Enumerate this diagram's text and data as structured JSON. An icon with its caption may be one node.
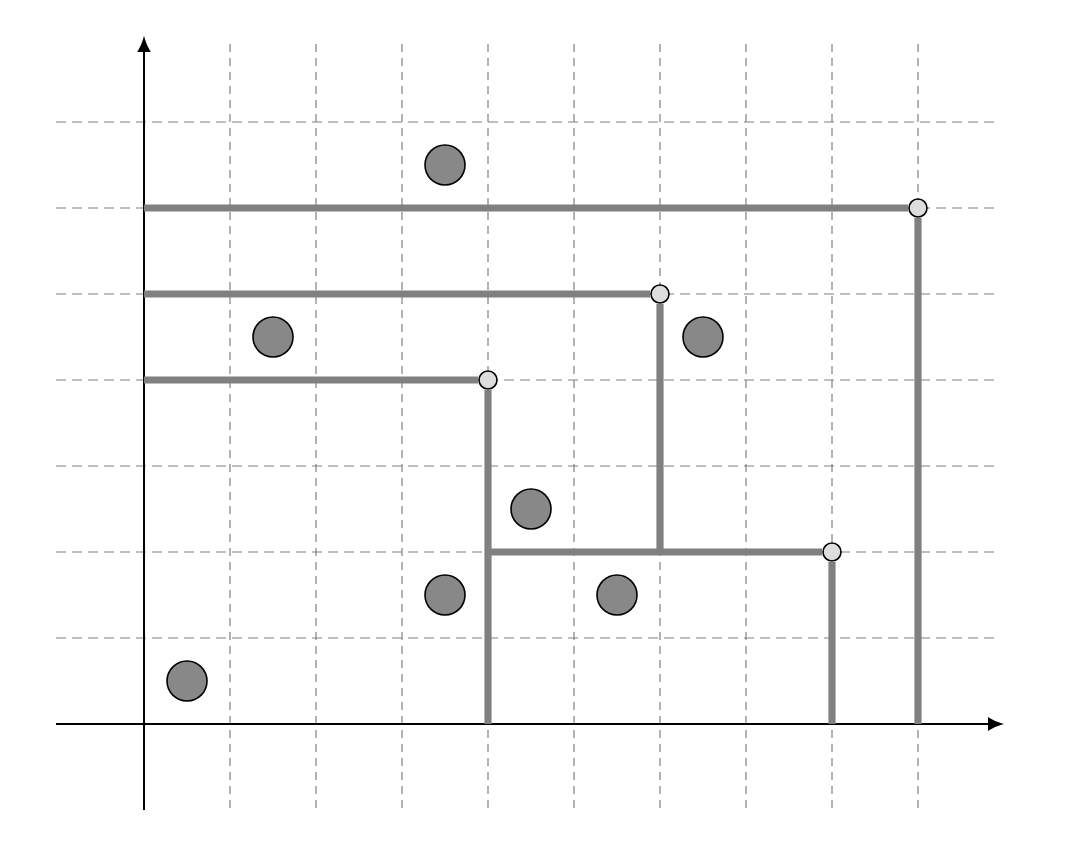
{
  "diagram": {
    "nodes": [
      {
        "text": [],
        "shape": "circle"
      },
      {
        "text": [],
        "shape": "circle"
      },
      {
        "text": [],
        "shape": "circle"
      },
      {
        "text": [],
        "shape": "circle"
      },
      {
        "text": [],
        "shape": "circle"
      },
      {
        "text": [],
        "shape": "circle"
      },
      {
        "text": [],
        "shape": "circle"
      },
      {
        "text": [],
        "shape": "circle"
      },
      {
        "text": [],
        "shape": "circle"
      },
      {
        "text": [],
        "shape": "circle"
      },
      {
        "text": [],
        "shape": "circle"
      }
    ],
    "edges": [
      {
        "from": null,
        "to": 1,
        "arrow": "none"
      },
      {
        "from": 1,
        "to": null,
        "arrow": "none"
      },
      {
        "from": null,
        "to": 2,
        "arrow": "none"
      },
      {
        "from": 2,
        "to": null,
        "arrow": "none"
      },
      {
        "from": null,
        "to": 5,
        "arrow": "none"
      },
      {
        "from": 5,
        "to": null,
        "arrow": "none"
      },
      {
        "from": null,
        "to": 7,
        "arrow": "none"
      },
      {
        "from": 7,
        "to": null,
        "arrow": "none"
      }
    ]
  }
}
